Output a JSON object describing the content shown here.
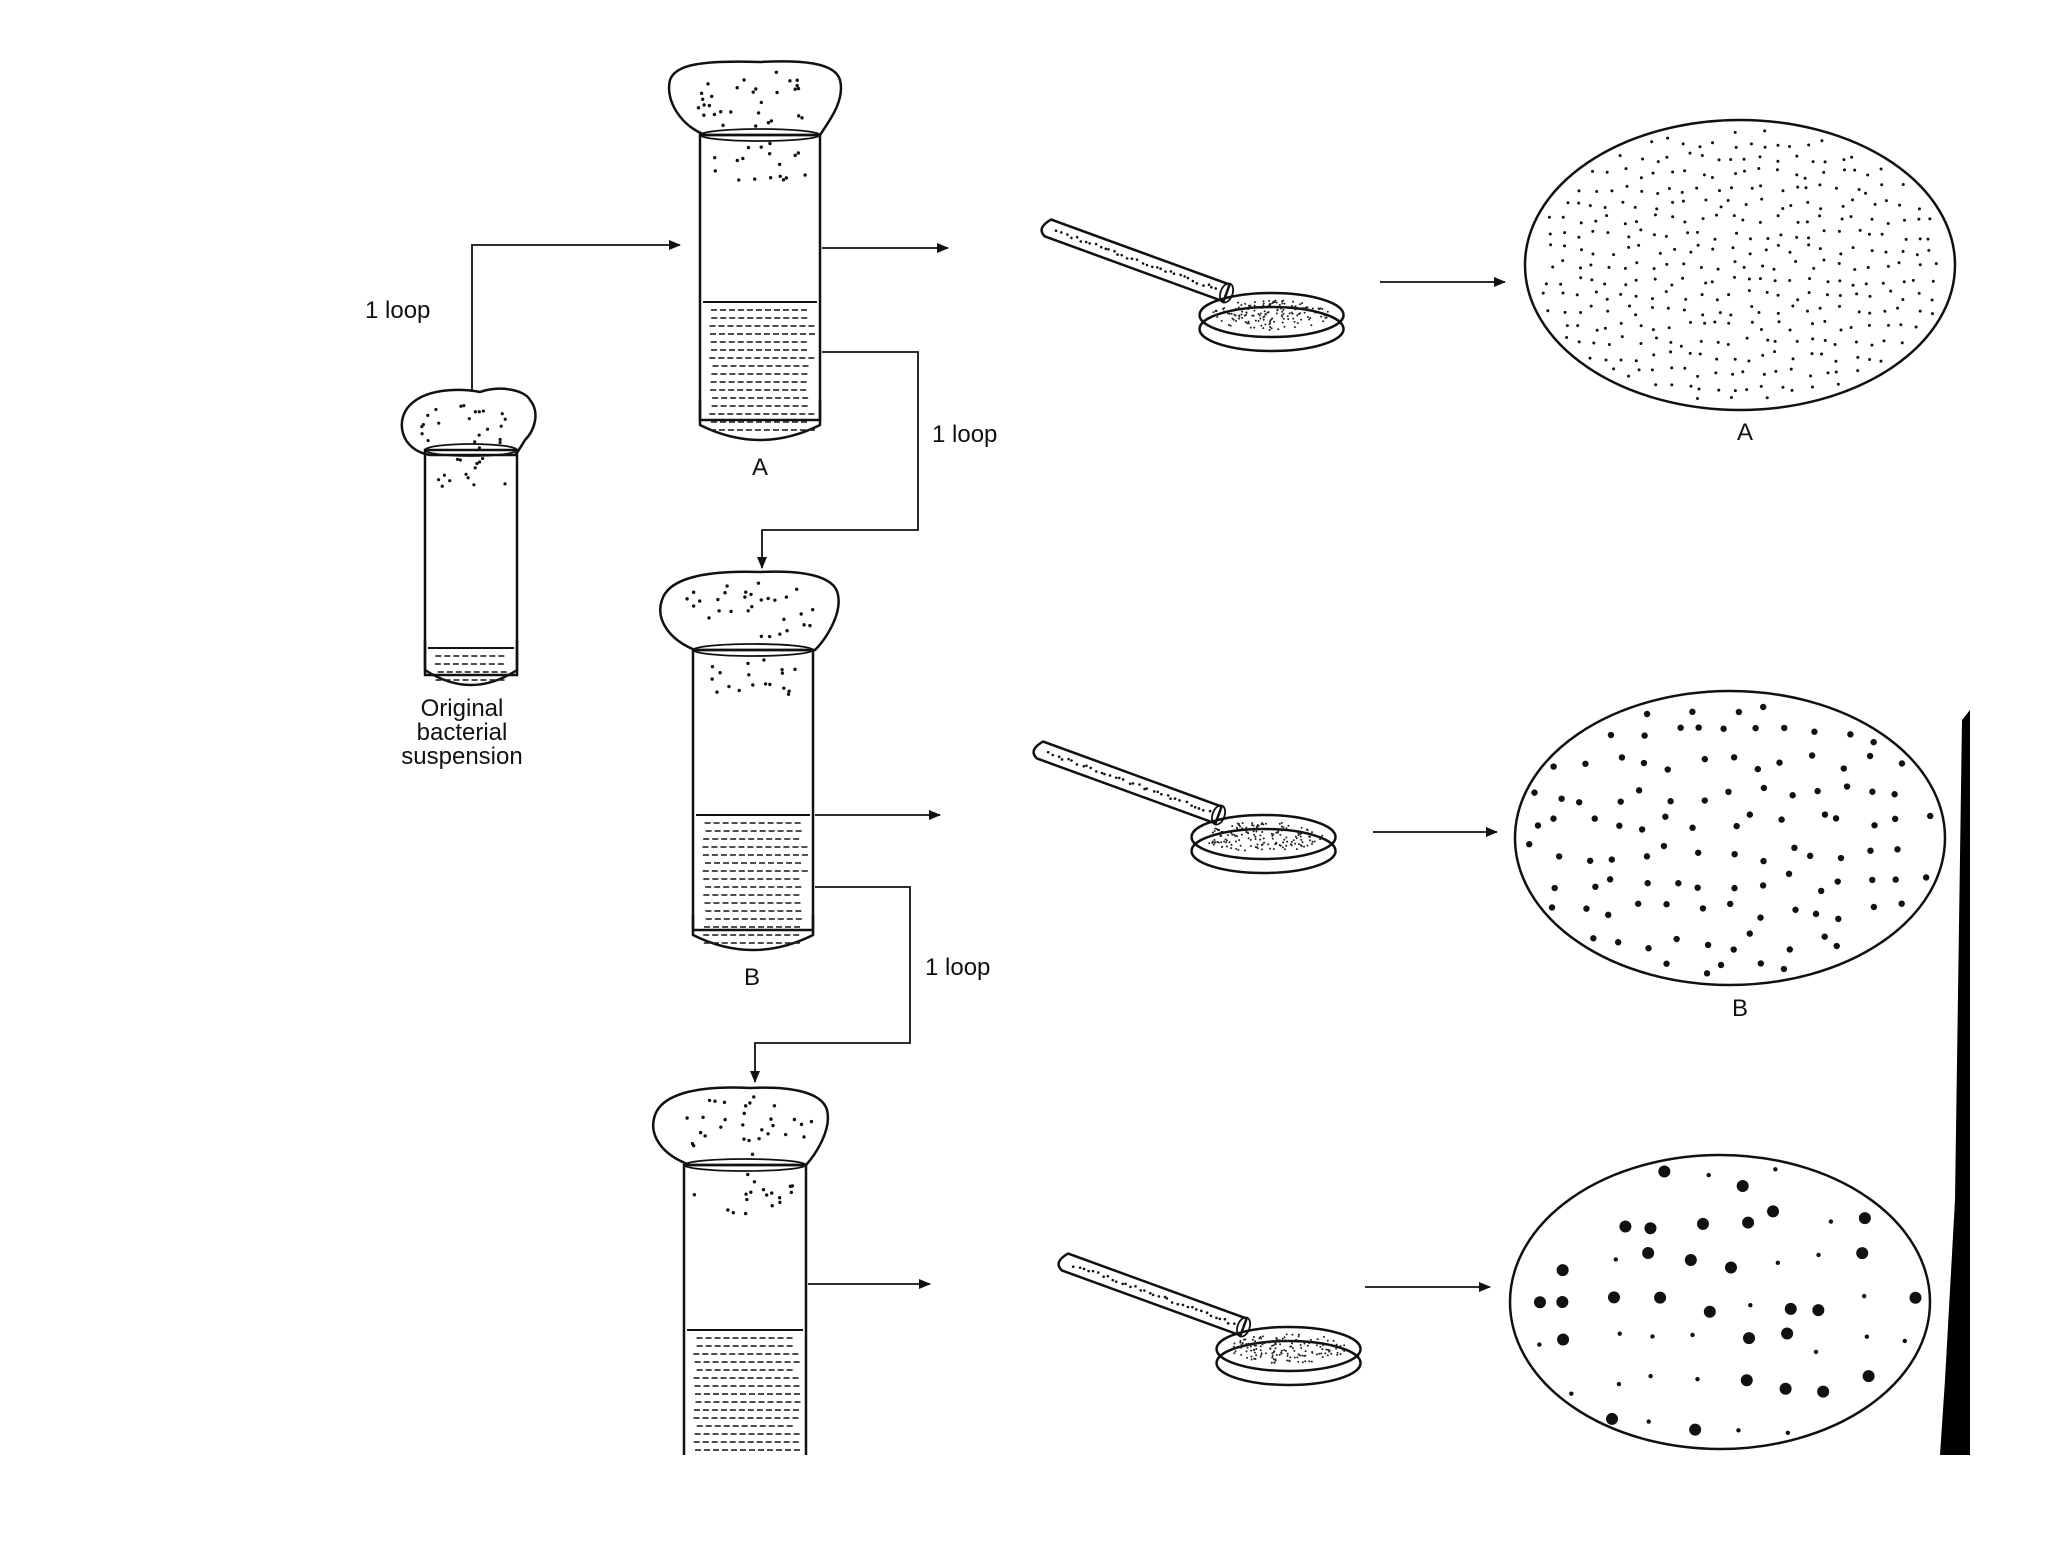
{
  "diagram": {
    "labels": {
      "loop_1": "1 loop",
      "loop_2": "1 loop",
      "loop_3": "1 loop",
      "original_line1": "Original",
      "original_line2": "bacterial",
      "original_line3": "suspension",
      "tube_a": "A",
      "tube_b": "B",
      "plate_a": "A",
      "plate_b": "B"
    },
    "colors": {
      "ink": "#111111",
      "background": "#ffffff"
    }
  }
}
